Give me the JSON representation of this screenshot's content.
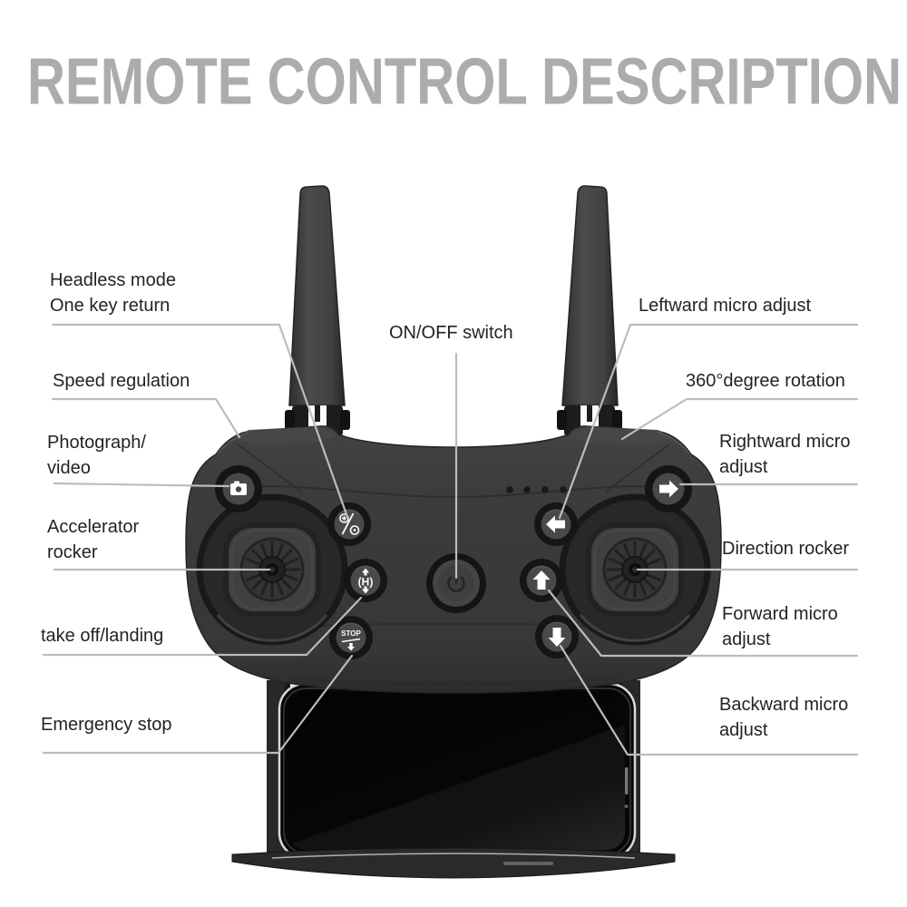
{
  "title": "REMOTE CONTROL DESCRIPTION",
  "labels": {
    "headless": {
      "line1": "Headless mode",
      "line2": "One key return"
    },
    "speed": {
      "line1": "Speed regulation"
    },
    "photograph": {
      "line1": "Photograph/",
      "line2": "video"
    },
    "accelerator": {
      "line1": "Accelerator",
      "line2": "rocker"
    },
    "takeoff": {
      "line1": "take off/landing"
    },
    "emergency": {
      "line1": "Emergency stop"
    },
    "onoff": {
      "line1": "ON/OFF switch"
    },
    "leftward": {
      "line1": "Leftward micro adjust"
    },
    "rotation": {
      "line1": "360°degree rotation"
    },
    "rightward": {
      "line1": "Rightward micro",
      "line2": "adjust"
    },
    "direction": {
      "line1": "Direction rocker"
    },
    "forward": {
      "line1": "Forward micro",
      "line2": "adjust"
    },
    "backward": {
      "line1": "Backward micro",
      "line2": "adjust"
    }
  },
  "controller": {
    "stop_label": "STOP",
    "h_label": "(H)",
    "led_count": 4,
    "buttons": [
      {
        "name": "photo-video-button",
        "icon": "camera"
      },
      {
        "name": "speed-regulation-button",
        "icon": "plus-slash-minus"
      },
      {
        "name": "takeoff-landing-button",
        "icon": "H-up-down"
      },
      {
        "name": "emergency-stop-button",
        "icon": "stop-down-arrow"
      },
      {
        "name": "power-button",
        "icon": "power"
      },
      {
        "name": "leftward-trim-button",
        "icon": "arrow-left"
      },
      {
        "name": "rightward-trim-button",
        "icon": "arrow-right"
      },
      {
        "name": "forward-trim-button",
        "icon": "arrow-up"
      },
      {
        "name": "backward-trim-button",
        "icon": "arrow-down"
      },
      {
        "name": "accelerator-rocker",
        "icon": "joystick"
      },
      {
        "name": "direction-rocker",
        "icon": "joystick"
      }
    ]
  },
  "colors": {
    "title": "#acacac",
    "label_text": "#232323",
    "leader_line": "#bcbcbc",
    "body": "#3c3c3e",
    "button_face": "#49494b",
    "icon": "#ffffff",
    "phone_frame": "#d9d9d9"
  }
}
